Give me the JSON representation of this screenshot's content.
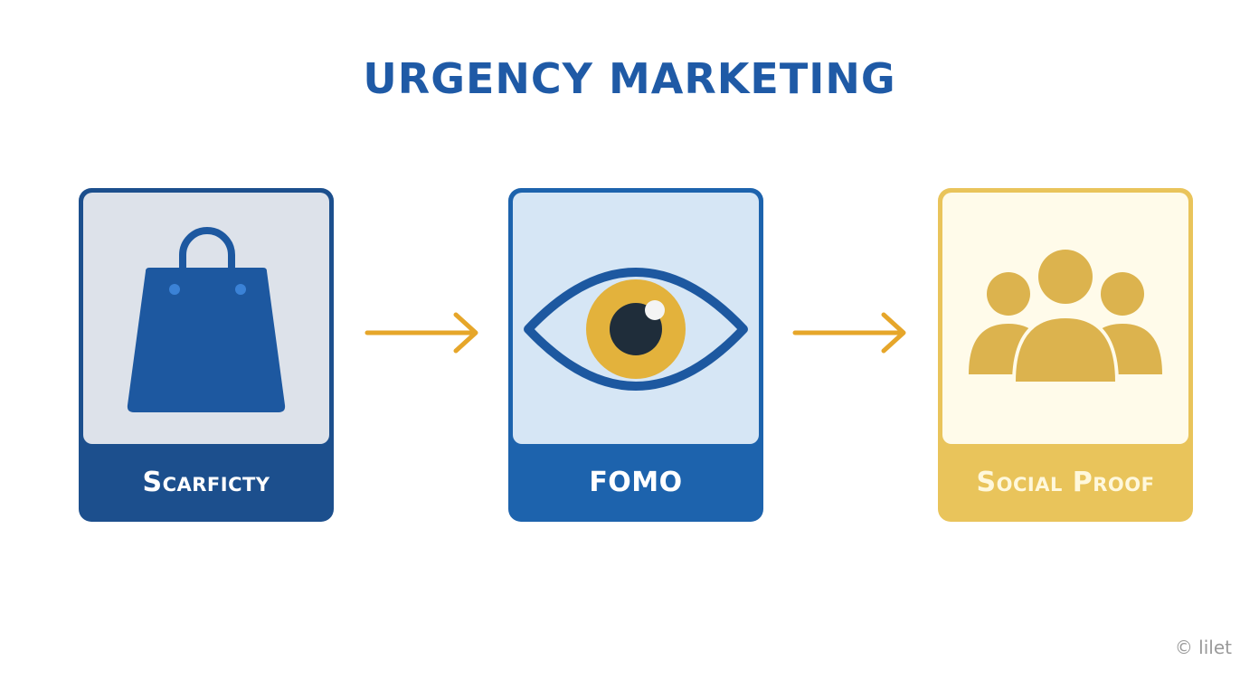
{
  "title": "URGENCY MARKETING",
  "colors": {
    "title": "#1f5aa6",
    "arrow": "#e6a62a",
    "scarcity_dark": "#1c4f8d",
    "fomo_blue": "#1d63ad",
    "social_gold": "#e9c45b"
  },
  "steps": [
    {
      "label": "Scarficty",
      "icon": "shopping-bag-icon"
    },
    {
      "label": "FOMO",
      "icon": "eye-icon"
    },
    {
      "label": "Social Proof",
      "icon": "group-people-icon"
    }
  ],
  "connectors": [
    "arrow-right-icon",
    "arrow-right-icon"
  ],
  "watermark": "© lilet"
}
